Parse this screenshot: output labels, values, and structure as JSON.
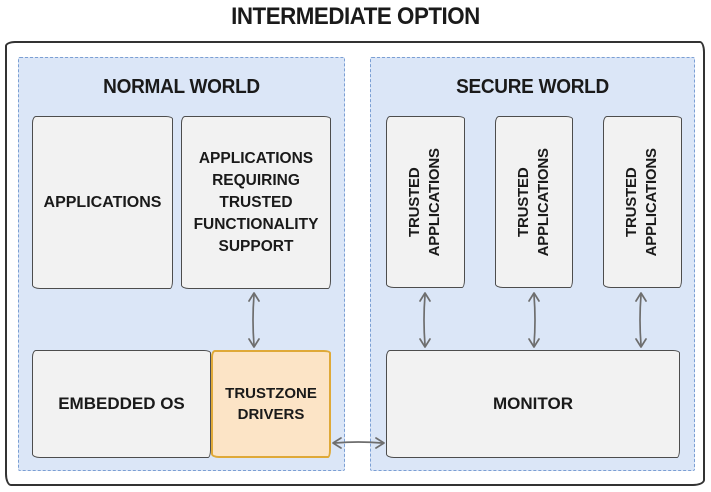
{
  "diagram": {
    "title": "INTERMEDIATE OPTION"
  },
  "normal_world": {
    "title": "NORMAL WORLD",
    "boxes": {
      "applications": "APPLICATIONS",
      "applications_requiring": "APPLICATIONS\nREQUIRING\nTRUSTED\nFUNCTIONALITY\nSUPPORT",
      "embedded_os": "EMBEDDED OS",
      "trustzone_drivers": "TRUSTZONE\nDRIVERS"
    }
  },
  "secure_world": {
    "title": "SECURE WORLD",
    "trusted_apps": [
      {
        "label": "TRUSTED\nAPPLICATIONS"
      },
      {
        "label": "TRUSTED\nAPPLICATIONS"
      },
      {
        "label": "TRUSTED\nAPPLICATIONS"
      }
    ],
    "monitor": "MONITOR"
  },
  "colors": {
    "world_fill": "#dbe6f7",
    "world_border": "#7b9fd4",
    "box_fill": "#f2f2f2",
    "box_border": "#4d4d4d",
    "highlight_fill": "#fce4c6",
    "highlight_border": "#dfa938",
    "outer_border": "#333333",
    "arrow": "#6e6e6e"
  }
}
